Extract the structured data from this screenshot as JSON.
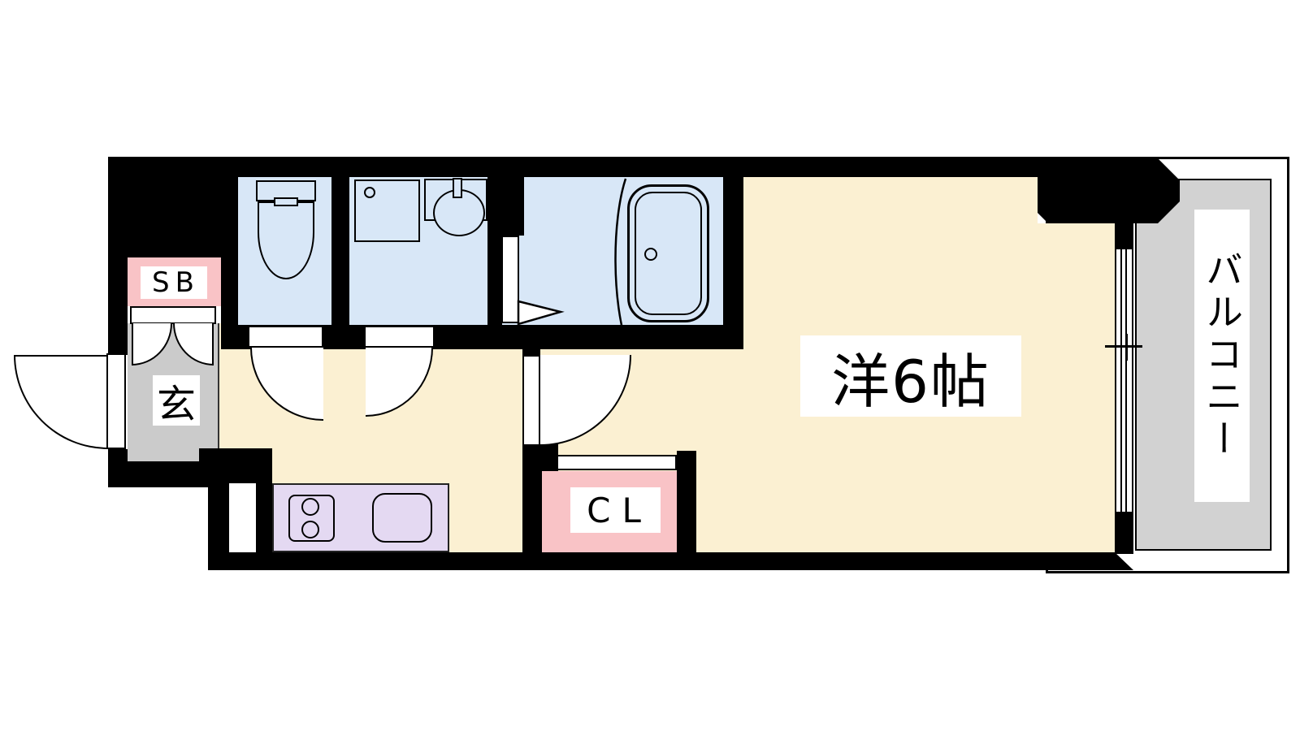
{
  "document": {
    "kind": "Japanese apartment floor plan (1R)"
  },
  "labels": {
    "shoe_box": "SB",
    "entrance": "玄",
    "closet": "CL",
    "main_room": "洋6帖",
    "balcony": "バルコニー"
  },
  "colors": {
    "wall": "#000000",
    "floor": "#FBF0D2",
    "wet-area": "#D8E7F7",
    "accent-pink": "#F9C3C6",
    "kitchen-counter": "#E4D9F2",
    "entrance-gray": "#CBCBCB",
    "balcony-gray": "#D2D2D2",
    "background": "#FFFFFF"
  },
  "fixtures": [
    "toilet",
    "washing-machine",
    "washbasin",
    "bathtub",
    "stove-two-burner",
    "kitchen-sink",
    "shoe-box",
    "closet",
    "sliding-window",
    "entrance-door",
    "hinged-doors",
    "folding-bath-door"
  ]
}
